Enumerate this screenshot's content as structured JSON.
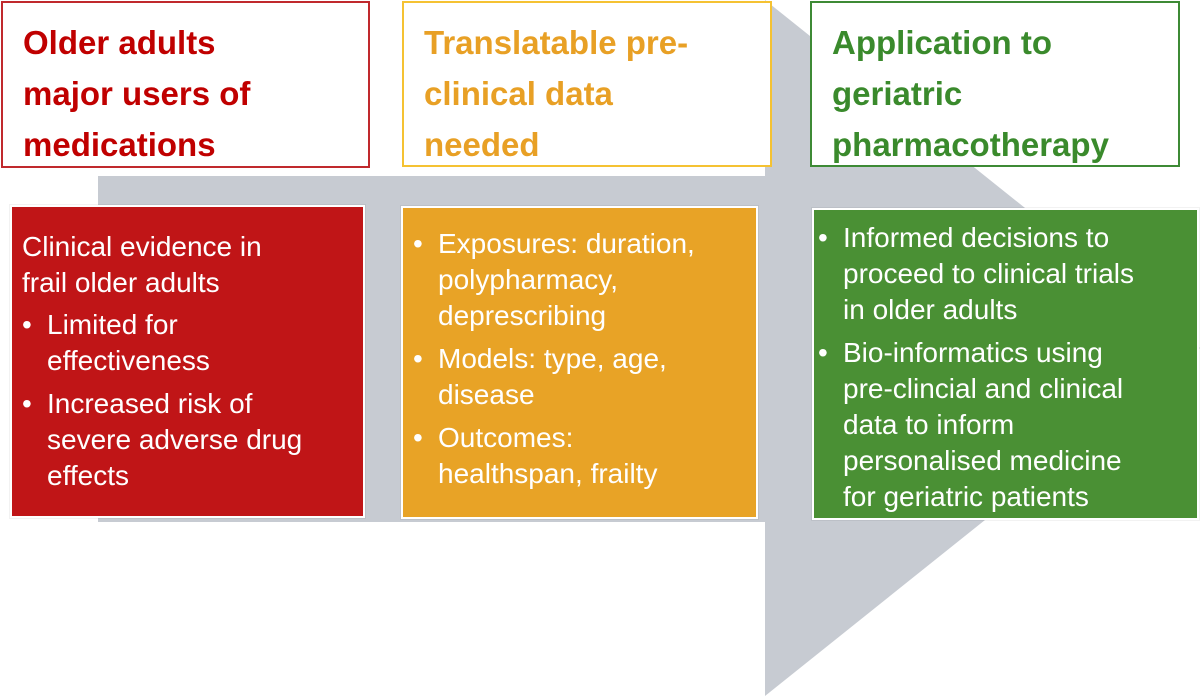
{
  "colors": {
    "arrow": "#c7cbd2",
    "red_text": "#c00000",
    "red_fill": "#c01517",
    "yellow_text": "#e8a025",
    "yellow_border": "#f5c232",
    "yellow_fill": "#e8a326",
    "green_text": "#3a8a2c",
    "green_fill": "#4a9034"
  },
  "columns": [
    {
      "header": [
        "Older adults",
        "major users of",
        "medications"
      ],
      "intro": [
        "Clinical evidence in",
        "frail older adults"
      ],
      "bullets": [
        [
          "Limited for",
          "effectiveness"
        ],
        [
          "Increased risk of",
          "severe adverse drug",
          "effects"
        ]
      ]
    },
    {
      "header": [
        "Translatable pre-",
        "clinical data",
        "needed"
      ],
      "bullets": [
        [
          "Exposures: duration,",
          "polypharmacy,",
          "deprescribing"
        ],
        [
          "Models: type, age,",
          "disease"
        ],
        [
          "Outcomes:",
          "healthspan, frailty"
        ]
      ]
    },
    {
      "header": [
        "Application to",
        "geriatric",
        "pharmacotherapy"
      ],
      "bullets": [
        [
          "Informed decisions to",
          "proceed to clinical trials",
          "in older adults"
        ],
        [
          "Bio-informatics using",
          "pre-clincial and clinical",
          "data to inform",
          "personalised medicine",
          "for geriatric patients"
        ]
      ]
    }
  ]
}
